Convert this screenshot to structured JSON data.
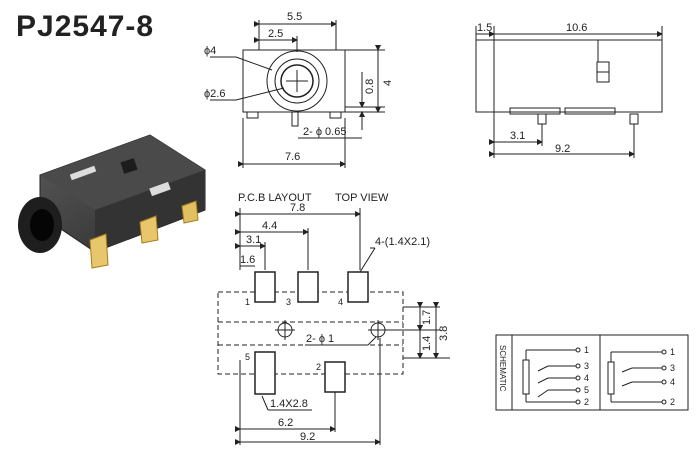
{
  "title": "PJ2547-8",
  "front_view": {
    "dims": {
      "w55": "5.5",
      "w25": "2.5",
      "phi4": "ϕ4",
      "phi26": "ϕ2.6",
      "h08": "0.8",
      "h4": "4",
      "pins": "2- ϕ 0.65",
      "w76": "7.6"
    }
  },
  "side_view": {
    "dims": {
      "d15": "1.5",
      "d106": "10.6",
      "d31": "3.1",
      "d92": "9.2"
    }
  },
  "pcb_layout": {
    "heading_left": "P.C.B LAYOUT",
    "heading_right": "TOP VIEW",
    "dims": {
      "d78": "7.8",
      "d44": "4.4",
      "d31": "3.1",
      "d16": "1.6",
      "pad": "4-(1.4X2.1)",
      "d17": "1.7",
      "d14": "1.4",
      "d38": "3.8",
      "hole": "2- ϕ 1",
      "pad2": "1.4X2.8",
      "d62": "6.2",
      "d92": "9.2"
    },
    "pins": {
      "p1": "1",
      "p2": "2",
      "p3": "3",
      "p4": "4",
      "p5": "5"
    }
  },
  "schematic": {
    "label": "SCHEMATIC",
    "left_pins": [
      "1",
      "3",
      "4",
      "5",
      "2"
    ],
    "right_pins": [
      "1",
      "3",
      "4",
      "2"
    ]
  }
}
